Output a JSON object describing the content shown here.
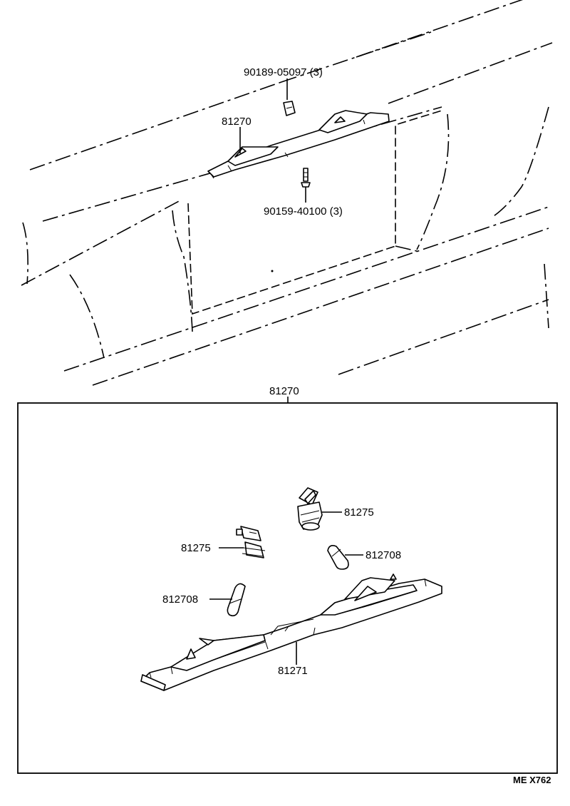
{
  "upper_view": {
    "callouts": [
      {
        "id": "screw",
        "label": "90189-05097 (3)"
      },
      {
        "id": "lamp_assy",
        "label": "81270"
      },
      {
        "id": "nut",
        "label": "90159-40100 (3)"
      }
    ]
  },
  "detail_box": {
    "title": "81270",
    "callouts": [
      {
        "id": "socket_right",
        "label": "81275"
      },
      {
        "id": "socket_left",
        "label": "81275"
      },
      {
        "id": "bulb_right",
        "label": "812708"
      },
      {
        "id": "bulb_left",
        "label": "812708"
      },
      {
        "id": "housing",
        "label": "81271"
      }
    ]
  },
  "footer": {
    "code": "ME X762"
  }
}
